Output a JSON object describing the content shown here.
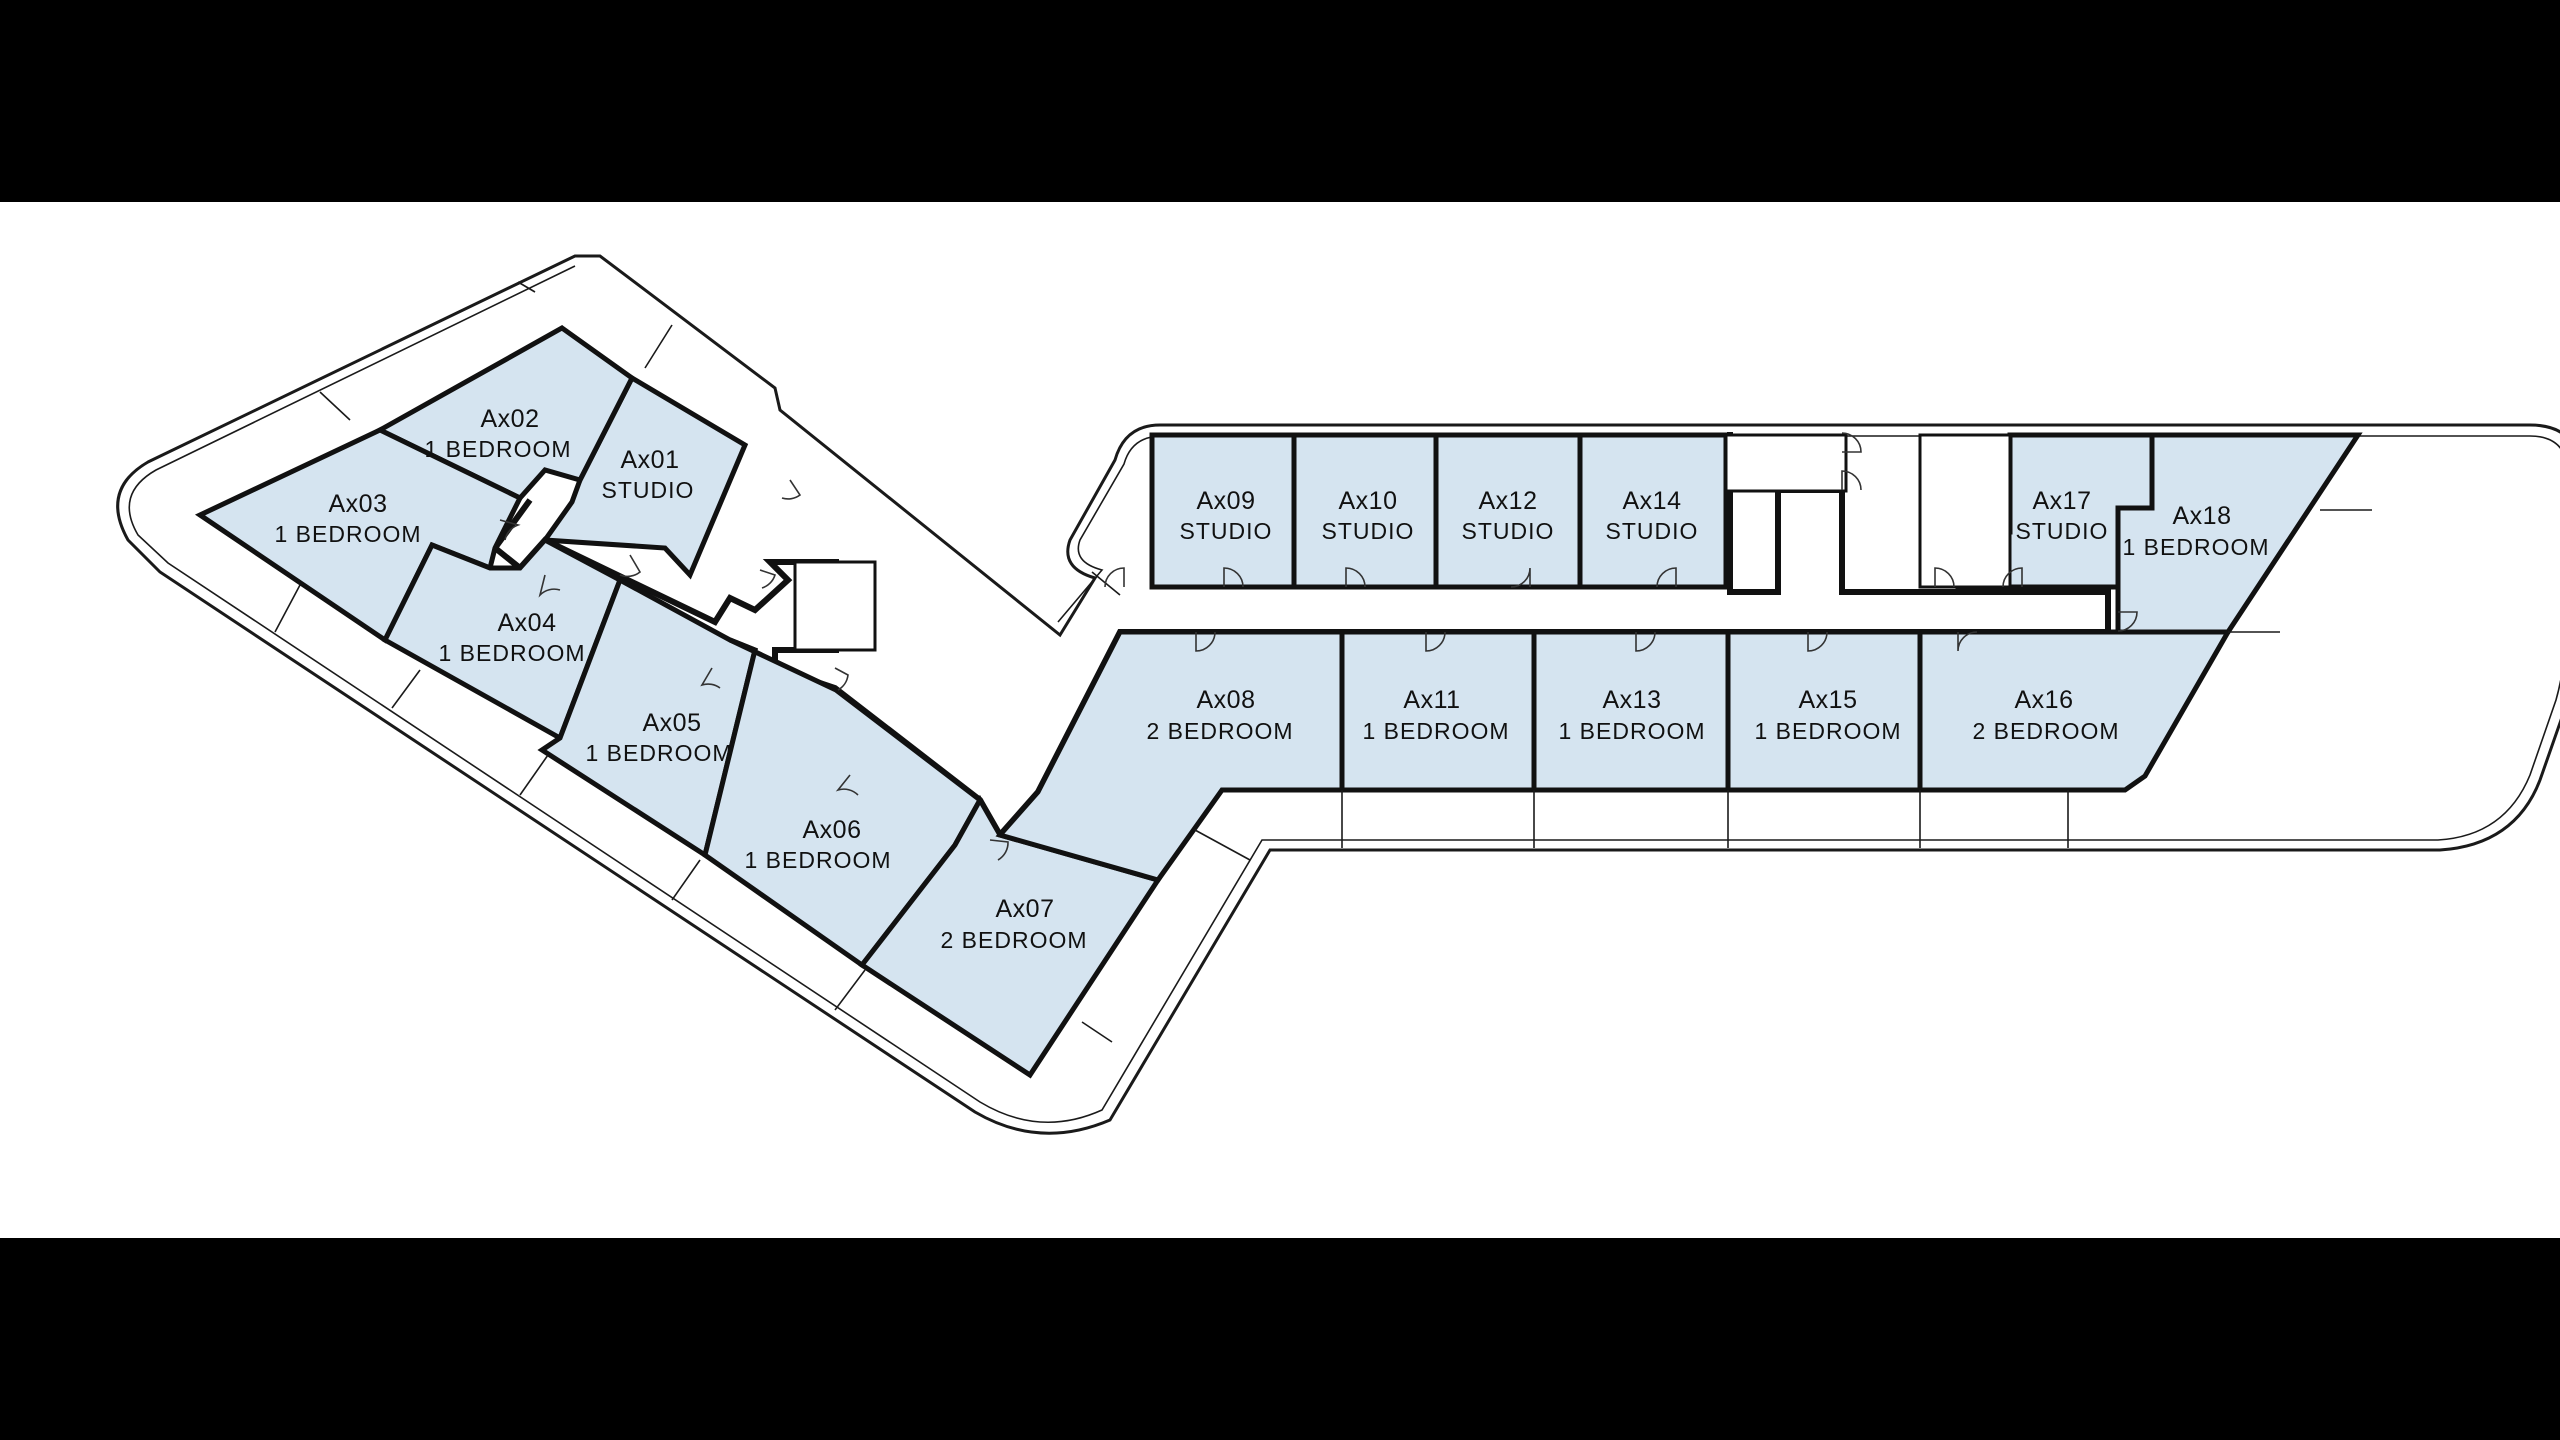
{
  "colors": {
    "background": "#000000",
    "panel": "#ffffff",
    "unit_fill": "#d5e4f0",
    "wall": "#111111"
  },
  "units": [
    {
      "id": "ax01",
      "code": "Ax01",
      "type": "STUDIO"
    },
    {
      "id": "ax02",
      "code": "Ax02",
      "type": "1 BEDROOM"
    },
    {
      "id": "ax03",
      "code": "Ax03",
      "type": "1 BEDROOM"
    },
    {
      "id": "ax04",
      "code": "Ax04",
      "type": "1 BEDROOM"
    },
    {
      "id": "ax05",
      "code": "Ax05",
      "type": "1 BEDROOM"
    },
    {
      "id": "ax06",
      "code": "Ax06",
      "type": "1 BEDROOM"
    },
    {
      "id": "ax07",
      "code": "Ax07",
      "type": "2 BEDROOM"
    },
    {
      "id": "ax08",
      "code": "Ax08",
      "type": "2 BEDROOM"
    },
    {
      "id": "ax09",
      "code": "Ax09",
      "type": "STUDIO"
    },
    {
      "id": "ax10",
      "code": "Ax10",
      "type": "STUDIO"
    },
    {
      "id": "ax11",
      "code": "Ax11",
      "type": "1 BEDROOM"
    },
    {
      "id": "ax12",
      "code": "Ax12",
      "type": "STUDIO"
    },
    {
      "id": "ax13",
      "code": "Ax13",
      "type": "1 BEDROOM"
    },
    {
      "id": "ax14",
      "code": "Ax14",
      "type": "STUDIO"
    },
    {
      "id": "ax15",
      "code": "Ax15",
      "type": "1 BEDROOM"
    },
    {
      "id": "ax16",
      "code": "Ax16",
      "type": "2 BEDROOM"
    },
    {
      "id": "ax17",
      "code": "Ax17",
      "type": "STUDIO"
    },
    {
      "id": "ax18",
      "code": "Ax18",
      "type": "1 BEDROOM"
    }
  ]
}
